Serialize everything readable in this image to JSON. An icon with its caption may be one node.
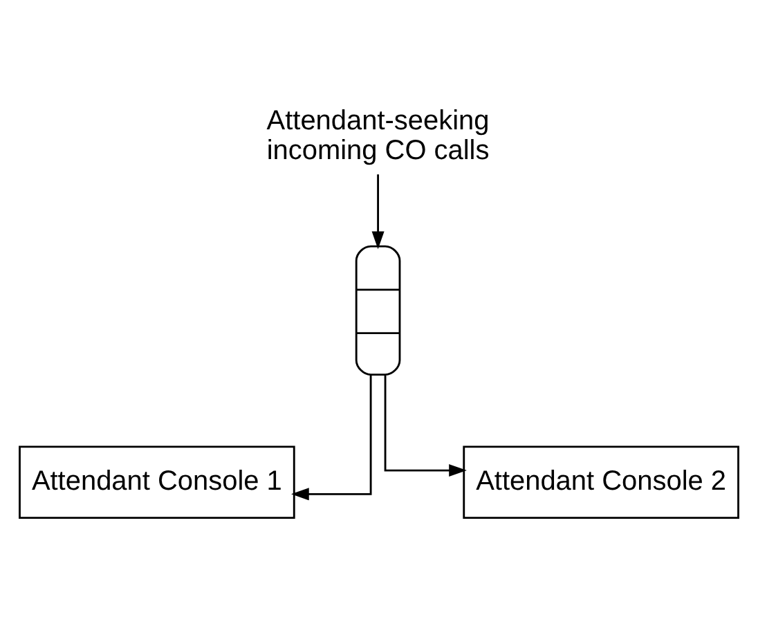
{
  "diagram": {
    "nodes": [
      {
        "text": [
          "Attendant-seeking incoming CO calls"
        ]
      },
      {
        "text": [],
        "shape": "picture"
      },
      {
        "text": [
          "Attendant Console 1"
        ]
      },
      {
        "text": [
          "Attendant Console 2"
        ]
      }
    ],
    "edges": [
      {
        "from": 0,
        "to": 1,
        "arrow": "to"
      },
      {
        "from": 1,
        "to": 2,
        "arrow": "to"
      },
      {
        "from": 1,
        "to": 3,
        "arrow": "to"
      }
    ]
  }
}
